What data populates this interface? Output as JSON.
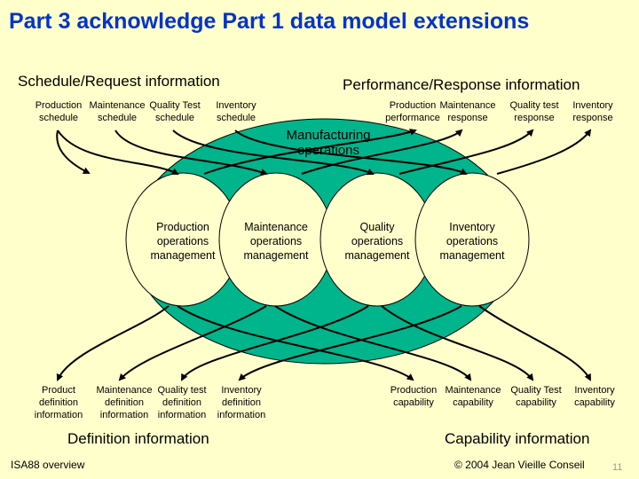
{
  "title": "Part 3 acknowledge Part 1 data model extensions",
  "groups": {
    "schedule": "Schedule/Request information",
    "performance": "Performance/Response information",
    "definition": "Definition information",
    "capability": "Capability information"
  },
  "center": "Manufacturing\noperations",
  "inner": {
    "production": "Production\noperations\nmanagement",
    "maintenance": "Maintenance\noperations\nmanagement",
    "quality": "Quality\noperations\nmanagement",
    "inventory": "Inventory\noperations\nmanagement"
  },
  "schedule_items": [
    "Production\nschedule",
    "Maintenance\nschedule",
    "Quality Test\nschedule",
    "Inventory\nschedule"
  ],
  "response_items": [
    "Production\nperformance",
    "Maintenance\nresponse",
    "Quality test\nresponse",
    "Inventory\nresponse"
  ],
  "definition_items": [
    "Product\ndefinition\ninformation",
    "Maintenance\ndefinition\ninformation",
    "Quality test\ndefinition\ninformation",
    "Inventory\ndefinition\ninformation"
  ],
  "capability_items": [
    "Production\ncapability",
    "Maintenance\ncapability",
    "Quality Test\ncapability",
    "Inventory\ncapability"
  ],
  "footer": {
    "left": "ISA88 overview",
    "right": "© 2004 Jean Vieille Conseil",
    "page": "11"
  },
  "colors": {
    "background": "#ffffcc",
    "title": "#0033cc",
    "big_ellipse": "#00b48c",
    "small_ellipse": "#ffffcc"
  }
}
